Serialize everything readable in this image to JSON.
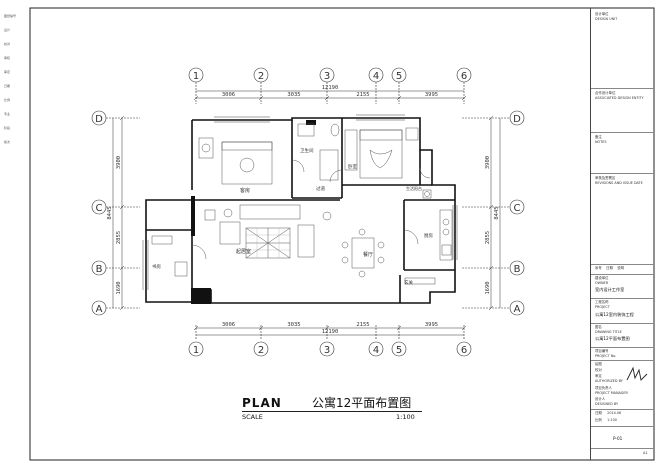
{
  "dimensions": {
    "top_segments": [
      "3006",
      "3035",
      "2155",
      "3995"
    ],
    "top_total": "12190",
    "bottom_segments": [
      "3006",
      "3035",
      "2155",
      "3995"
    ],
    "bottom_total": "12190",
    "left_segments": [
      "3900",
      "2855",
      "1690"
    ],
    "left_total": "8445",
    "right_segments": [
      "3900",
      "2855",
      "1690"
    ],
    "right_total": "8445"
  },
  "grid_columns": [
    "1",
    "2",
    "3",
    "4",
    "5",
    "6"
  ],
  "grid_rows": [
    "D",
    "C",
    "B",
    "A"
  ],
  "rooms": {
    "bedroom_guest": "客房",
    "bathroom": "卫生间",
    "master_bedroom": "卧室",
    "corridor": "过道",
    "laundry": "生活阳台",
    "living_room": "起居室",
    "dining_room": "餐厅",
    "kitchen": "厨房",
    "study": "书房",
    "entrance": "玄关"
  },
  "caption": {
    "plan_label": "PLAN",
    "scale_label": "SCALE",
    "title": "公寓12平面布置图",
    "scale_value": "1:100"
  },
  "title_block": {
    "design_unit_cn": "设计单位",
    "design_unit_en": "DESIGN UNIT",
    "consult_cn": "合作设计单位",
    "consult_en": "ASSOCIATED DESIGN ENTITY",
    "notes_cn": "备注",
    "notes_en": "NOTES",
    "approval_cn": "审核及签署区",
    "approval_en": "REVISIONS AND ISSUE DATE",
    "col_no": "序号",
    "col_date": "日期",
    "col_desc": "说明",
    "client_cn": "建设单位",
    "client_en": "OWNER",
    "client_value": "室内设计工作室",
    "project_cn": "工程名称",
    "project_en": "PROJECT",
    "project_value": "公寓12室内装饰工程",
    "drawing_cn": "图名",
    "drawing_en": "DRAWING TITLE",
    "drawing_value": "公寓12平面布置图",
    "project_no_cn": "项目编号",
    "project_no_en": "PROJECT No.",
    "drawn_cn": "绘图",
    "checked_cn": "校对",
    "approved_cn": "审定",
    "approved_en": "AUTHORIZED BY",
    "manager_cn": "项目负责人",
    "manager_en": "PROJECT MANAGER",
    "designer_cn": "设计人",
    "designer_en": "DESIGNED BY",
    "date_label": "日期",
    "date_value": "2014.06",
    "scale_label": "比例",
    "scale_value": "1:100",
    "drawing_no": "P-01",
    "sheet_size": "A1"
  },
  "margin_text": [
    "图纸编号",
    "设计",
    "校对",
    "审核",
    "审定",
    "日期",
    "比例",
    "专业",
    "阶段",
    "版次"
  ]
}
